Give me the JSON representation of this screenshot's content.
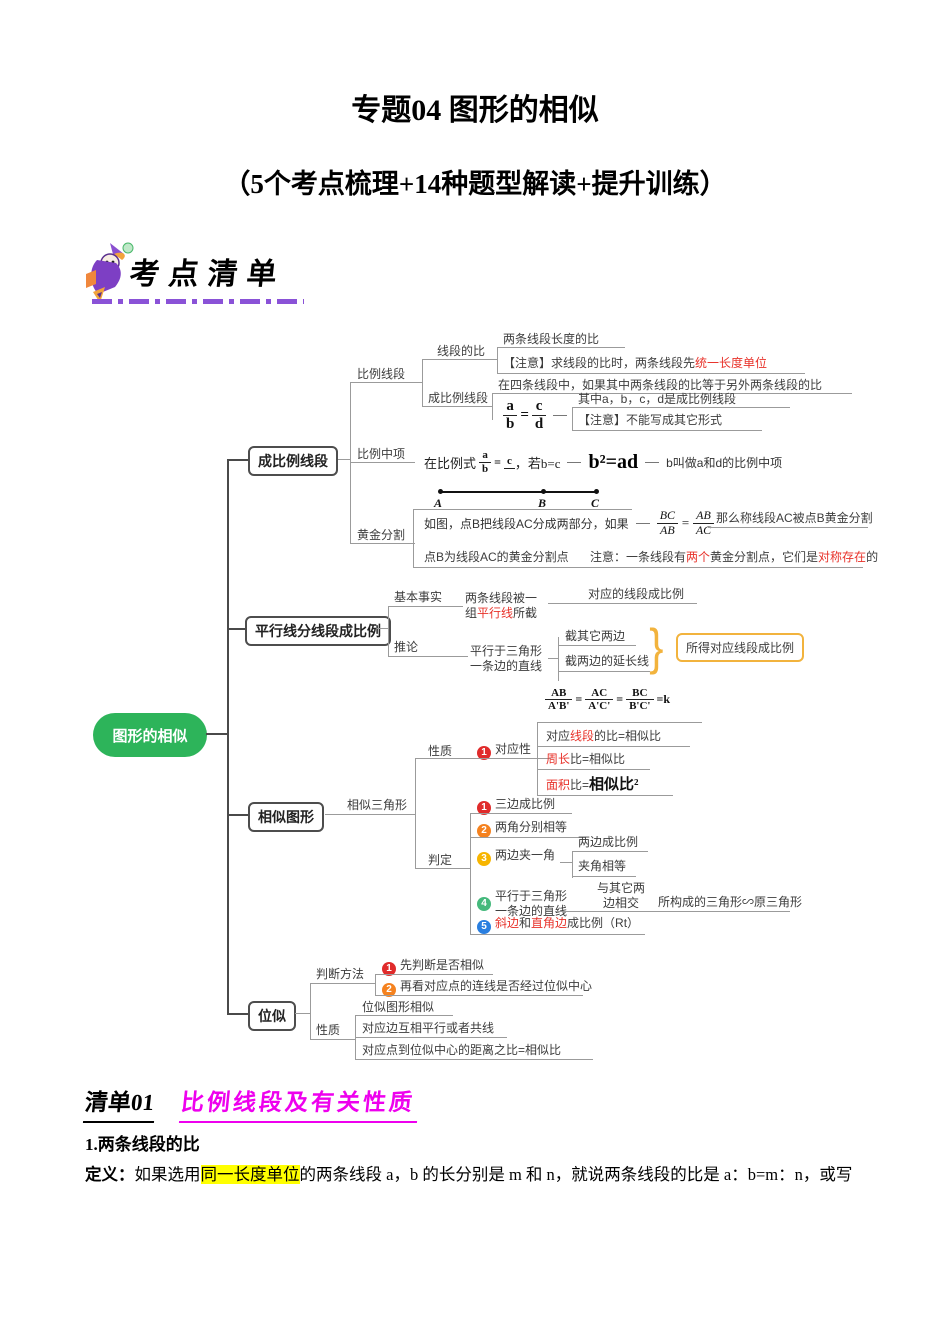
{
  "page": {
    "title": "专题04 图形的相似",
    "subtitle": "（5个考点梳理+14种题型解读+提升训练）"
  },
  "badge": {
    "label": "考点清单"
  },
  "colors": {
    "root_node_green": "#2db45a",
    "emphasis_red": "#e8322a",
    "gold_yellow": "#f2b33d",
    "section_magenta": "#ee00ee",
    "highlight_yellow": "#ffff00",
    "badge_purple": "#8a52d7",
    "num1_red": "#e02b2b",
    "num2_orange": "#f5821f",
    "num3_yellow": "#f7b500",
    "num4_green": "#45b97c",
    "num5_blue": "#2a7fe0"
  },
  "mindmap": {
    "root": "图形的相似",
    "branch1": {
      "label": "成比例线段",
      "bili": {
        "label": "比例线段",
        "xdb": {
          "label": "线段的比",
          "item": "两条线段长度的比",
          "note_pre": "【注意】求线段的比时，两条线段先",
          "note_red": "统一长度单位"
        },
        "cblx": {
          "label": "成比例线段",
          "item": "在四条线段中，如果其中两条线段的比等于另外两条线段的比",
          "fr": {
            "n1": "a",
            "d1": "b",
            "eq": "=",
            "n2": "c",
            "d2": "d"
          },
          "sub1": "其中a，b，c，d是成比例线段",
          "sub2": "【注意】不能写成其它形式"
        }
      },
      "blzx": {
        "label": "比例中项",
        "pre": "在比例式",
        "fr": {
          "n1": "a",
          "d1": "b",
          "eq": "=",
          "n2": "c",
          "d2": "d"
        },
        "mid": "，若b=c",
        "formula": "b²=ad",
        "post": "b叫做a和d的比例中项"
      },
      "hjfg": {
        "label": "黄金分割",
        "pa": "A",
        "pb": "B",
        "pc": "C",
        "row1_pre": "如图，点B把线段AC分成两部分，如果",
        "fr": {
          "n1": "BC",
          "d1": "AB",
          "eq": "=",
          "n2": "AB",
          "d2": "AC"
        },
        "row1_result": "那么称线段AC被点B黄金分割",
        "row2_left": "点B为线段AC的黄金分割点",
        "row2_r1": "注意：一条线段有",
        "row2_r2": "两个",
        "row2_r3": "黄金分割点，它们是",
        "row2_r4": "对称存在",
        "row2_r5": "的"
      }
    },
    "branch2": {
      "label": "平行线分线段成比例",
      "fact": {
        "label": "基本事实",
        "l1": "两条线段被一",
        "l2a": "组",
        "l2b": "平行线",
        "l2c": "所截",
        "result": "对应的线段成比例"
      },
      "corollary": {
        "label": "推论",
        "l1": "平行于三角形",
        "l2": "一条边的直线",
        "opt1": "截其它两边",
        "opt2": "截两边的延长线",
        "result": "所得对应线段成比例"
      }
    },
    "branch3": {
      "label": "相似图形",
      "tri": "相似三角形",
      "props": {
        "label": "性质",
        "num": "1",
        "title": "对应性",
        "fr": {
          "n1": "AB",
          "d1": "A'B'",
          "eq1": "=",
          "n2": "AC",
          "d2": "A'C'",
          "eq2": "=",
          "n3": "BC",
          "d3": "B'C'",
          "k": "=k"
        },
        "r1a": "对应",
        "r1b": "线段",
        "r1c": "的比=相似比",
        "r2a": "周长",
        "r2b": "比=相似比",
        "r3a": "面积",
        "r3b": "比=",
        "r3c": "相似比²"
      },
      "judge": {
        "label": "判定",
        "i1": {
          "num": "1",
          "text": "三边成比例"
        },
        "i2": {
          "num": "2",
          "text": "两角分别相等"
        },
        "i3": {
          "num": "3",
          "text": "两边夹一角",
          "sub1": "两边成比例",
          "sub2": "夹角相等"
        },
        "i4": {
          "num": "4",
          "l1": "平行于三角形",
          "l2": "一条边的直线",
          "m1": "与其它两",
          "m2": "边相交",
          "result": "所构成的三角形∽原三角形"
        },
        "i5": {
          "num": "5",
          "s1": "斜边",
          "s2": "和",
          "s3": "直角边",
          "s4": "成比例（Rt）"
        }
      }
    },
    "branch4": {
      "label": "位似",
      "judge": {
        "label": "判断方法",
        "i1num": "1",
        "i1": "先判断是否相似",
        "i2num": "2",
        "i2": "再看对应点的连线是否经过位似中心"
      },
      "props": {
        "label": "性质",
        "i1": "位似图形相似",
        "i2": "对应边互相平行或者共线",
        "i3": "对应点到位似中心的距离之比=相似比"
      }
    }
  },
  "section": {
    "num": "清单01",
    "title": "比例线段及有关性质"
  },
  "content": {
    "heading": "1.两条线段的比",
    "def_label": "定义：",
    "d1": "如果选用",
    "d2": "同一长度单位",
    "d3": "的两条线段 a，b 的长分别是 m 和 n，就说两条线段的比是 a：b=m：n，或写"
  }
}
